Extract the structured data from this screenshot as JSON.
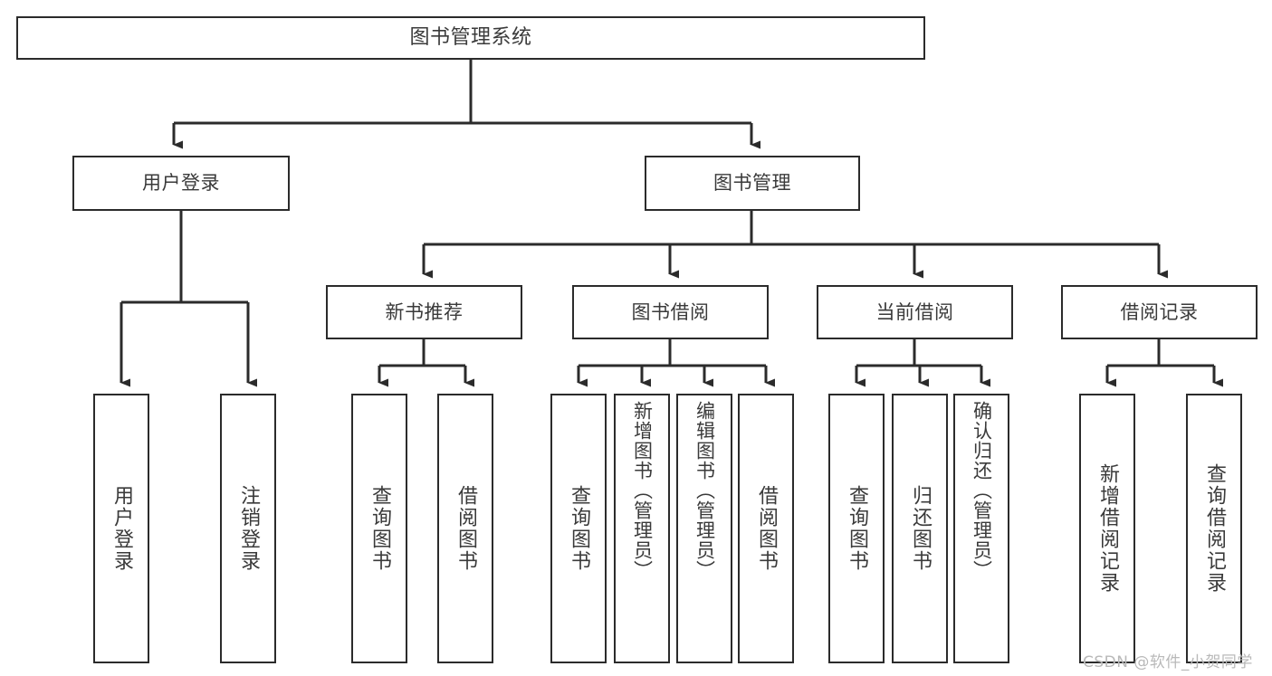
{
  "diagram": {
    "title": "图书管理系统",
    "type": "tree-hierarchy-diagram",
    "root": {
      "label": "图书管理系统"
    },
    "level1": [
      {
        "label": "用户登录"
      },
      {
        "label": "图书管理"
      }
    ],
    "level2": [
      {
        "label": "新书推荐"
      },
      {
        "label": "图书借阅"
      },
      {
        "label": "当前借阅"
      },
      {
        "label": "借阅记录"
      }
    ],
    "leaves": {
      "user_login": [
        {
          "label": "用户登录"
        },
        {
          "label": "注销登录"
        }
      ],
      "new_book_recommend": [
        {
          "label": "查询图书"
        },
        {
          "label": "借阅图书"
        }
      ],
      "book_borrow": [
        {
          "label": "查询图书"
        },
        {
          "label": "新增图书（管理员）"
        },
        {
          "label": "编辑图书（管理员）"
        },
        {
          "label": "借阅图书"
        }
      ],
      "current_borrow": [
        {
          "label": "查询图书"
        },
        {
          "label": "归还图书"
        },
        {
          "label": "确认归还（管理员）"
        }
      ],
      "borrow_record": [
        {
          "label": "新增借阅记录"
        },
        {
          "label": "查询借阅记录"
        }
      ]
    }
  },
  "watermark": {
    "text": "CSDN @软件_小贺同学"
  },
  "colors": {
    "box_border": "#2b2b2b",
    "text": "#3a3a3a",
    "line": "#2b2b2b",
    "background": "#ffffff",
    "watermark": "#b9b9b9"
  }
}
